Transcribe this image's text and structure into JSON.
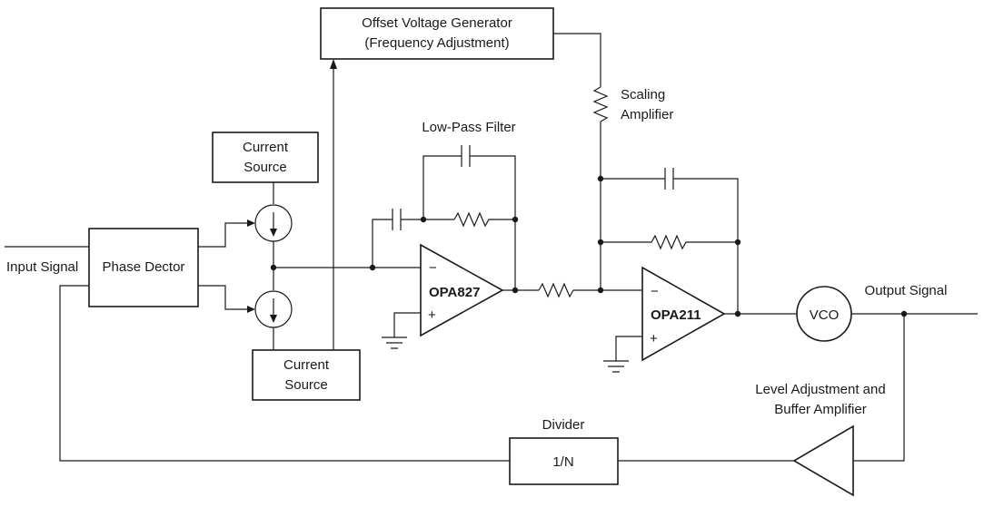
{
  "labels": {
    "offset_generator_line1": "Offset Voltage Generator",
    "offset_generator_line2": "(Frequency Adjustment)",
    "scaling_line1": "Scaling",
    "scaling_line2": "Amplifier",
    "low_pass_filter": "Low-Pass Filter",
    "current_source_top_line1": "Current",
    "current_source_top_line2": "Source",
    "current_source_bottom_line1": "Current",
    "current_source_bottom_line2": "Source",
    "input_signal": "Input Signal",
    "phase_detector": "Phase Dector",
    "opamp1": "OPA827",
    "opamp2": "OPA211",
    "vco": "VCO",
    "output_signal": "Output Signal",
    "level_adjust_line1": "Level Adjustment and",
    "level_adjust_line2": "Buffer Amplifier",
    "divider": "Divider",
    "divider_ratio": "1/N",
    "minus_sign": "−",
    "plus_sign": "+"
  }
}
